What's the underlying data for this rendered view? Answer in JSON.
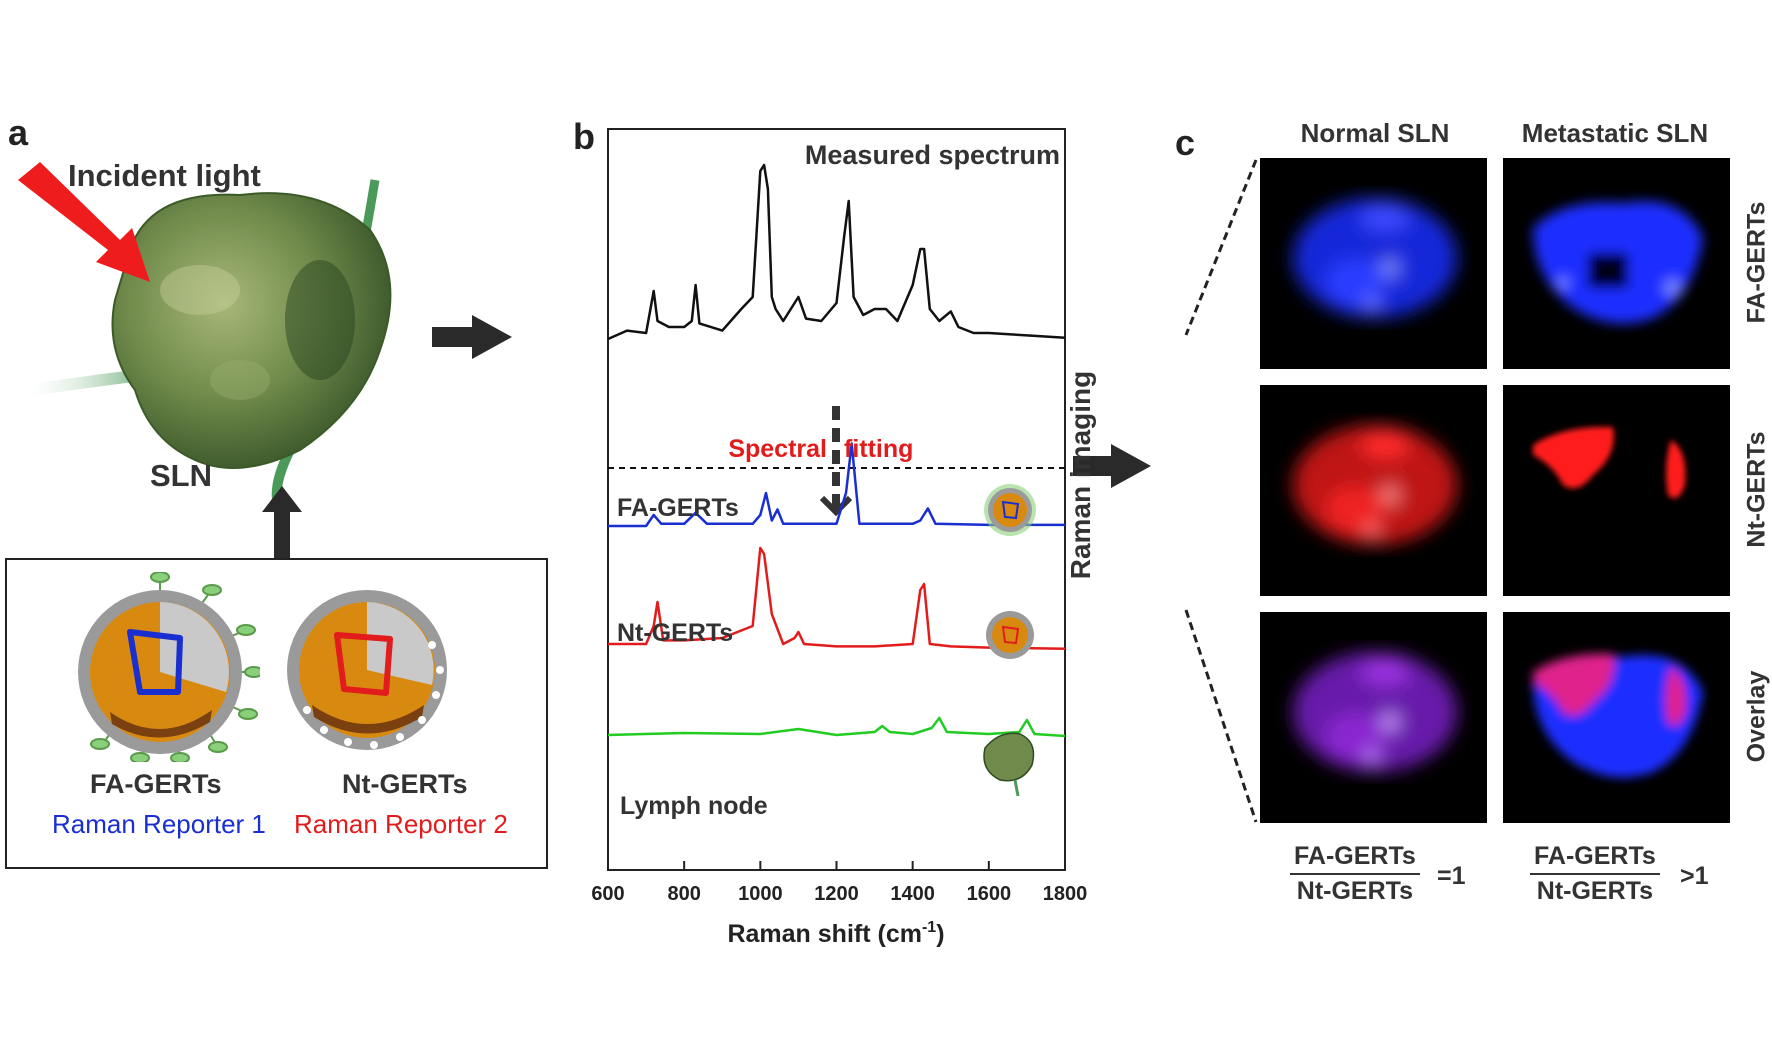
{
  "panel_a": {
    "letter": "a",
    "incident_light": "Incident light",
    "sln_label": "SLN",
    "particle_1_name": "FA-GERTs",
    "particle_1_reporter": "Raman Reporter 1",
    "particle_2_name": "Nt-GERTs",
    "particle_2_reporter": "Raman Reporter 2",
    "colors": {
      "arrow_red": "#ee1c1c",
      "reporter_1": "#1a2fd0",
      "reporter_2": "#e21c1c",
      "core": "#d88a10",
      "shell": "#9a9a9a",
      "ligand": "#8ad07a"
    }
  },
  "panel_b": {
    "letter": "b",
    "measured_label": "Measured spectrum",
    "fitting_label_1": "Spectral",
    "fitting_label_2": "fitting",
    "series_labels": [
      "FA-GERTs",
      "Nt-GERTs",
      "Lymph node"
    ],
    "xlabel": "Raman shift (cm",
    "xlabel_sup": "-1",
    "xlabel_end": ")"
  },
  "panel_c": {
    "letter": "c",
    "col_headers": [
      "Normal SLN",
      "Metastatic SLN"
    ],
    "row_labels": [
      "FA-GERTs",
      "Nt-GERTs",
      "Overlay"
    ],
    "side_label": "Raman imaging",
    "ratio_1": {
      "num": "FA-GERTs",
      "den": "Nt-GERTs",
      "rel": "=1"
    },
    "ratio_2": {
      "num": "FA-GERTs",
      "den": "Nt-GERTs",
      "rel": ">1"
    }
  },
  "chart_data": {
    "type": "line",
    "xlabel": "Raman shift (cm-1)",
    "xlim": [
      600,
      1800
    ],
    "xticks": [
      600,
      800,
      1000,
      1200,
      1400,
      1600,
      1800
    ],
    "grid": false,
    "series": [
      {
        "name": "Measured spectrum",
        "color": "#111111",
        "x": [
          600,
          650,
          700,
          720,
          730,
          760,
          800,
          820,
          830,
          840,
          900,
          950,
          980,
          1000,
          1010,
          1020,
          1030,
          1040,
          1060,
          1080,
          1100,
          1120,
          1160,
          1200,
          1220,
          1232,
          1245,
          1270,
          1300,
          1330,
          1360,
          1400,
          1420,
          1430,
          1445,
          1470,
          1500,
          1520,
          1560,
          1600,
          1700,
          1800
        ],
        "y": [
          0.05,
          0.12,
          0.1,
          0.45,
          0.2,
          0.15,
          0.15,
          0.2,
          0.5,
          0.18,
          0.12,
          0.3,
          0.4,
          1.45,
          1.5,
          1.3,
          0.4,
          0.3,
          0.2,
          0.3,
          0.4,
          0.22,
          0.2,
          0.35,
          0.9,
          1.2,
          0.4,
          0.25,
          0.3,
          0.3,
          0.2,
          0.5,
          0.8,
          0.8,
          0.3,
          0.2,
          0.28,
          0.15,
          0.1,
          0.1,
          0.08,
          0.06
        ]
      },
      {
        "name": "FA-GERTs",
        "color": "#1a2fd0",
        "x": [
          600,
          700,
          720,
          740,
          800,
          830,
          860,
          980,
          1000,
          1015,
          1030,
          1045,
          1060,
          1100,
          1200,
          1225,
          1240,
          1260,
          1400,
          1420,
          1440,
          1460,
          1600,
          1800
        ],
        "y": [
          0,
          0,
          0.1,
          0.02,
          0.02,
          0.12,
          0.02,
          0.02,
          0.1,
          0.3,
          0.05,
          0.15,
          0.02,
          0.02,
          0.02,
          0.3,
          0.75,
          0.02,
          0.02,
          0.05,
          0.16,
          0.02,
          0.01,
          0.01
        ]
      },
      {
        "name": "Nt-GERTs",
        "color": "#e21c1c",
        "x": [
          600,
          700,
          720,
          730,
          745,
          800,
          900,
          980,
          1000,
          1010,
          1030,
          1060,
          1090,
          1100,
          1115,
          1200,
          1300,
          1400,
          1420,
          1430,
          1445,
          1500,
          1600,
          1800
        ],
        "y": [
          0.05,
          0.05,
          0.2,
          0.4,
          0.08,
          0.08,
          0.1,
          0.2,
          0.85,
          0.8,
          0.3,
          0.05,
          0.1,
          0.15,
          0.05,
          0.03,
          0.03,
          0.05,
          0.5,
          0.55,
          0.05,
          0.03,
          0.02,
          0.01
        ]
      },
      {
        "name": "Lymph node",
        "color": "#22cc22",
        "x": [
          600,
          800,
          1000,
          1100,
          1200,
          1300,
          1320,
          1340,
          1400,
          1450,
          1470,
          1490,
          1600,
          1680,
          1700,
          1720,
          1800
        ],
        "y": [
          0.03,
          0.05,
          0.04,
          0.09,
          0.03,
          0.06,
          0.12,
          0.06,
          0.04,
          0.1,
          0.2,
          0.06,
          0.04,
          0.06,
          0.18,
          0.04,
          0.02
        ]
      }
    ]
  }
}
